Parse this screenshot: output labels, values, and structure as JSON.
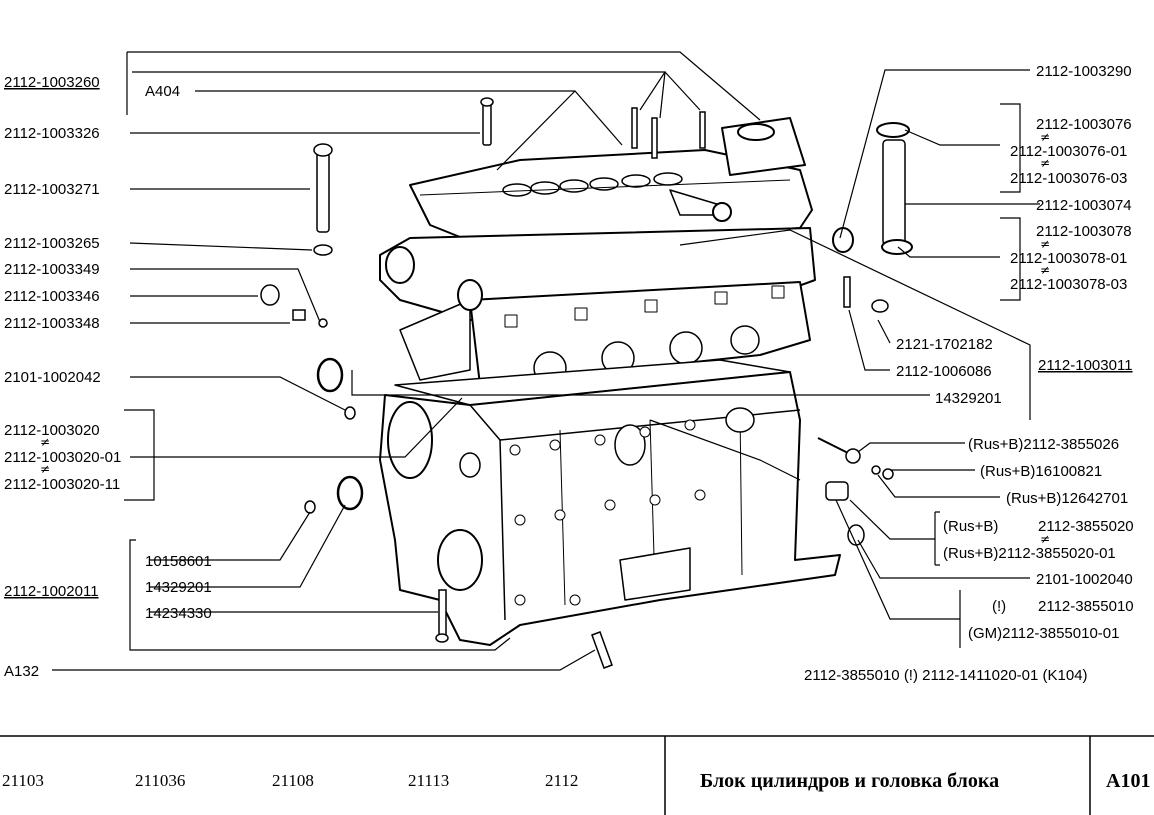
{
  "left_labels": [
    {
      "id": "group-1003260",
      "text": "2112-1003260",
      "underline": true
    },
    {
      "id": "a404",
      "text": "A404"
    },
    {
      "id": "l-1003326",
      "text": "2112-1003326"
    },
    {
      "id": "l-1003271",
      "text": "2112-1003271"
    },
    {
      "id": "l-1003265",
      "text": "2112-1003265"
    },
    {
      "id": "l-1003349",
      "text": "2112-1003349"
    },
    {
      "id": "l-1003346",
      "text": "2112-1003346"
    },
    {
      "id": "l-1003348",
      "text": "2112-1003348"
    },
    {
      "id": "l-1002042",
      "text": "2101-1002042"
    },
    {
      "id": "l-1003020",
      "text": "2112-1003020"
    },
    {
      "id": "l-1003020-01",
      "text": "2112-1003020-01"
    },
    {
      "id": "l-1003020-11",
      "text": "2112-1003020-11"
    },
    {
      "id": "group-1002011",
      "text": "2112-1002011",
      "underline": true
    },
    {
      "id": "l-10158601",
      "text": "10158601"
    },
    {
      "id": "l-14329201b",
      "text": "14329201"
    },
    {
      "id": "l-14234330",
      "text": "14234330"
    },
    {
      "id": "a132",
      "text": "A132"
    }
  ],
  "right_labels": [
    {
      "id": "r-1003290",
      "text": "2112-1003290"
    },
    {
      "id": "r-1003076",
      "text": "2112-1003076"
    },
    {
      "id": "r-1003076-01",
      "text": "2112-1003076-01"
    },
    {
      "id": "r-1003076-03",
      "text": "2112-1003076-03"
    },
    {
      "id": "r-1003074",
      "text": "2112-1003074"
    },
    {
      "id": "r-1003078",
      "text": "2112-1003078"
    },
    {
      "id": "r-1003078-01",
      "text": "2112-1003078-01"
    },
    {
      "id": "r-1003078-03",
      "text": "2112-1003078-03"
    },
    {
      "id": "r-1702182",
      "text": "2121-1702182"
    },
    {
      "id": "group-1003011",
      "text": "2112-1003011",
      "underline": true
    },
    {
      "id": "r-1006086",
      "text": "2112-1006086"
    },
    {
      "id": "r-14329201",
      "text": "14329201"
    },
    {
      "id": "r-3855026",
      "text": "(Rus+B)2112-3855026"
    },
    {
      "id": "r-16100821",
      "text": "(Rus+B)16100821"
    },
    {
      "id": "r-12642701",
      "text": "(Rus+B)12642701"
    },
    {
      "id": "r-rusb",
      "text": "(Rus+B)"
    },
    {
      "id": "r-3855020",
      "text": "2112-3855020"
    },
    {
      "id": "r-3855020-01",
      "text": "(Rus+B)2112-3855020-01"
    },
    {
      "id": "r-1002040",
      "text": "2101-1002040"
    },
    {
      "id": "r-excl",
      "text": "(!)"
    },
    {
      "id": "r-3855010",
      "text": "2112-3855010"
    },
    {
      "id": "r-3855010-01",
      "text": "(GM)2112-3855010-01"
    },
    {
      "id": "r-note",
      "text": "2112-3855010 (!) 2112-1411020-01 (K104)"
    }
  ],
  "neq_symbol": "≠",
  "footer": {
    "models": [
      "21103",
      "211036",
      "21108",
      "21113",
      "2112"
    ],
    "title": "Блок цилиндров и головка блока",
    "code": "A101"
  }
}
